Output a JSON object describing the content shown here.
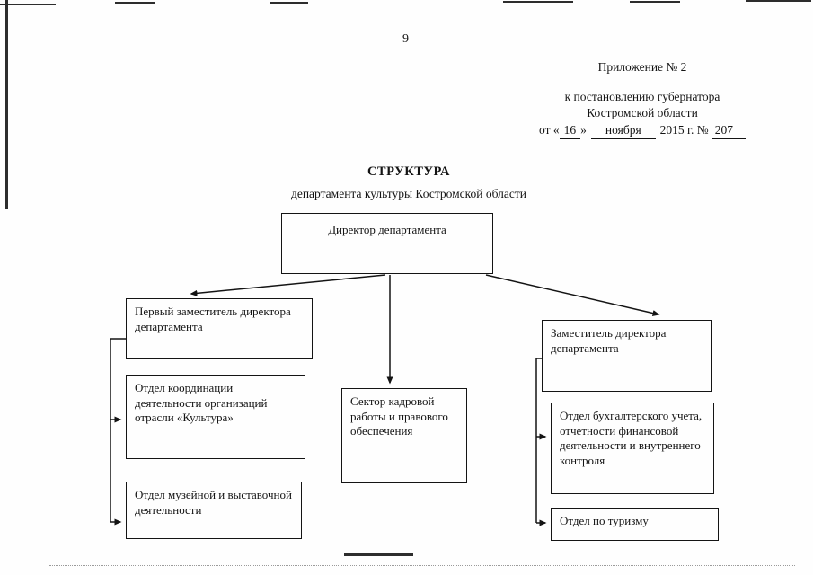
{
  "page_number": "9",
  "header": {
    "appendix": "Приложение № 2",
    "addressee_line1": "к постановлению губернатора",
    "addressee_line2": "Костромской области",
    "date": {
      "prefix": "от «",
      "day": "16",
      "close_quote": "»",
      "month": "ноября",
      "year_label": "2015 г. №",
      "number": "207"
    }
  },
  "title": {
    "main": "СТРУКТУРА",
    "subtitle": "департамента культуры Костромской области"
  },
  "org_chart": {
    "nodes": {
      "director": "Директор департамента",
      "first_deputy": "Первый заместитель директора департамента",
      "coordination_dept": "Отдел координации деятельности организаций отрасли «Культура»",
      "museum_dept": "Отдел музейной и выставочной деятельности",
      "hr_legal_sector": "Сектор кадровой работы и правового обеспечения",
      "deputy": "Заместитель директора департамента",
      "accounting_dept": "Отдел бухгалтерского учета, отчетности финансовой деятельности и внутреннего контроля",
      "tourism_dept": "Отдел по туризму"
    },
    "edges": [
      {
        "from": "director",
        "to": "first_deputy"
      },
      {
        "from": "director",
        "to": "hr_legal_sector"
      },
      {
        "from": "director",
        "to": "deputy"
      },
      {
        "from": "first_deputy",
        "to": "coordination_dept"
      },
      {
        "from": "first_deputy",
        "to": "museum_dept"
      },
      {
        "from": "deputy",
        "to": "accounting_dept"
      },
      {
        "from": "deputy",
        "to": "tourism_dept"
      }
    ],
    "colors": {
      "line": "#141414",
      "box_border": "#141414",
      "paper": "#fefefe"
    }
  }
}
